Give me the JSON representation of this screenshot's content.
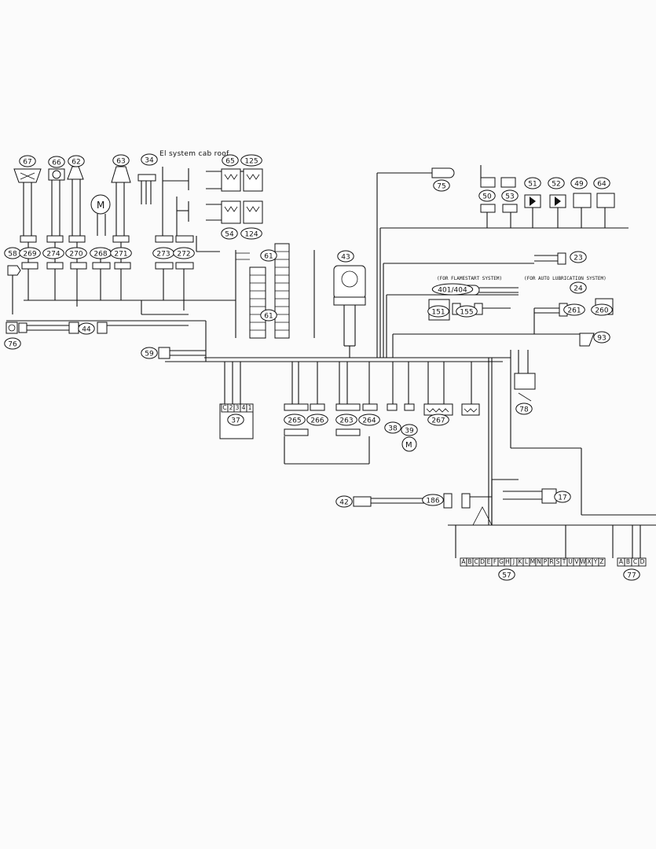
{
  "diagram": {
    "title": "El system cab roof",
    "notes": {
      "flamestart": "(FOR FLAMESTART SYSTEM)",
      "auto_lube": "(FOR AUTO LUBRICATION SYSTEM)"
    },
    "callouts": {
      "c67": "67",
      "c66": "66",
      "c62": "62",
      "c63": "63",
      "c34": "34",
      "c65": "65",
      "c125": "125",
      "c54": "54",
      "c124": "124",
      "c58": "58",
      "c269": "269",
      "c274": "274",
      "c270": "270",
      "c268": "268",
      "c271": "271",
      "c273": "273",
      "c272": "272",
      "c61a": "61",
      "c61b": "61",
      "c43": "43",
      "c76": "76",
      "c44": "44",
      "c59": "59",
      "c37": "37",
      "c265": "265",
      "c266": "266",
      "c263": "263",
      "c264": "264",
      "c38": "38",
      "c39": "39",
      "c267": "267",
      "c75": "75",
      "c50": "50",
      "c53": "53",
      "c51": "51",
      "c52": "52",
      "c49": "49",
      "c64": "64",
      "c23": "23",
      "c24": "24",
      "c401": "401/404",
      "c151": "151",
      "c155": "155",
      "c261": "261",
      "c260": "260",
      "c93": "93",
      "c78": "78",
      "c42": "42",
      "c186": "186",
      "c17": "17",
      "c57": "57",
      "c77": "77"
    },
    "connector_57_pins": [
      "A",
      "B",
      "C",
      "D",
      "E",
      "F",
      "G",
      "H",
      "J",
      "K",
      "L",
      "M",
      "N",
      "P",
      "R",
      "S",
      "T",
      "U",
      "V",
      "W",
      "X",
      "Y",
      "Z"
    ],
    "connector_77_pins": [
      "A",
      "B",
      "C",
      "D"
    ],
    "connector_37_pins": [
      "C",
      "2",
      "3",
      "4",
      "1"
    ]
  }
}
